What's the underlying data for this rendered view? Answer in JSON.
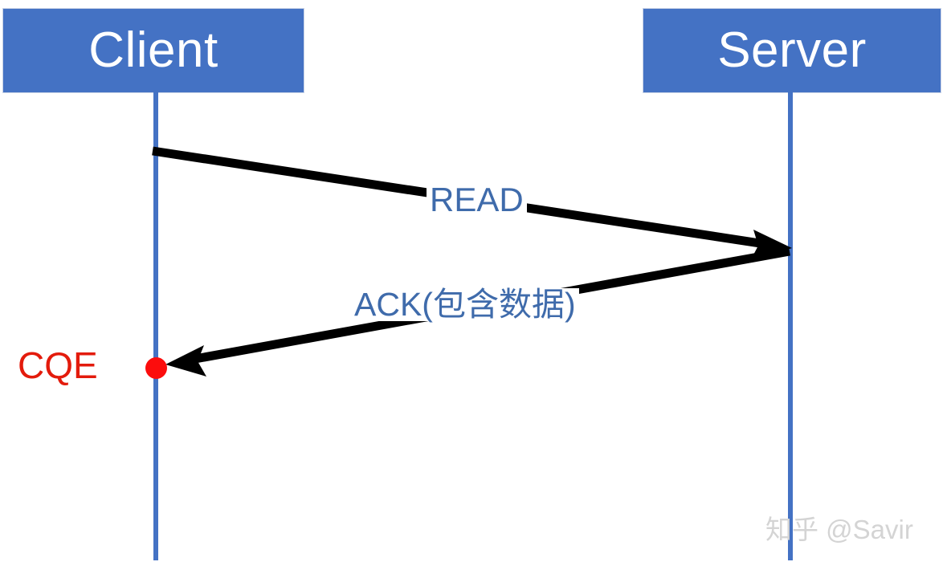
{
  "diagram": {
    "type": "sequence-diagram",
    "background_color": "#ffffff",
    "participants": [
      {
        "id": "client",
        "label": "Client",
        "box_fill": "#4472c4",
        "label_color": "#ffffff"
      },
      {
        "id": "server",
        "label": "Server",
        "box_fill": "#4472c4",
        "label_color": "#ffffff"
      }
    ],
    "messages": [
      {
        "id": "read",
        "label": "READ",
        "from": "client",
        "to": "server",
        "direction": "right",
        "label_color": "#3f6bab",
        "line_color": "#000000"
      },
      {
        "id": "ack",
        "label": "ACK(包含数据)",
        "from": "server",
        "to": "client",
        "direction": "left",
        "label_color": "#3f6bab",
        "line_color": "#000000"
      }
    ],
    "markers": [
      {
        "id": "cqe",
        "label": "CQE",
        "on": "client",
        "color": "#e31b0c",
        "dot_color": "#fc0d0d"
      }
    ],
    "watermark": {
      "text": "知乎 @Savir",
      "color": "#d4d4d4"
    }
  }
}
